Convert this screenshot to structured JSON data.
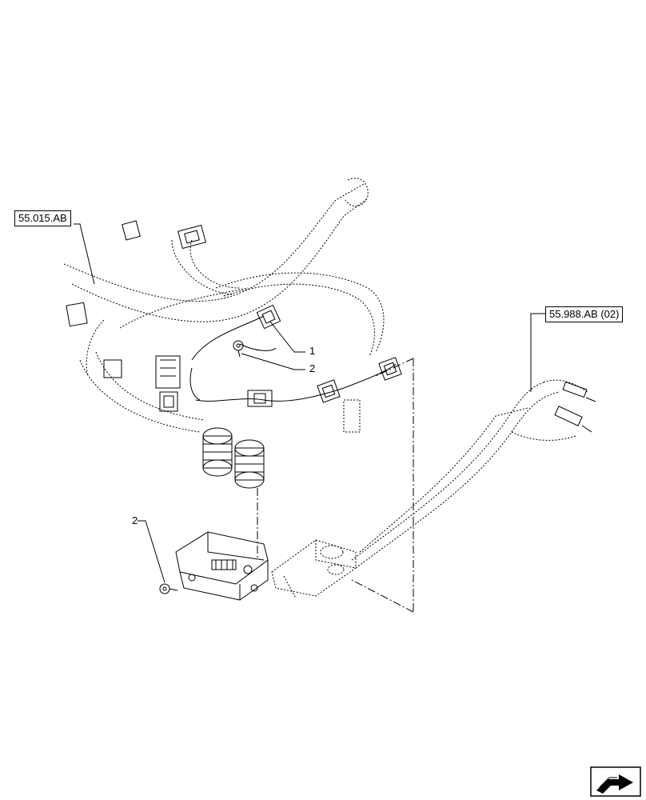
{
  "references": {
    "ref_left": "55.015.AB",
    "ref_right": "55.988.AB (02)"
  },
  "callouts": {
    "c1": "1",
    "c2_top": "2",
    "c2_bottom": "2"
  },
  "icons": {
    "nav": "arrow-navigation-icon"
  }
}
